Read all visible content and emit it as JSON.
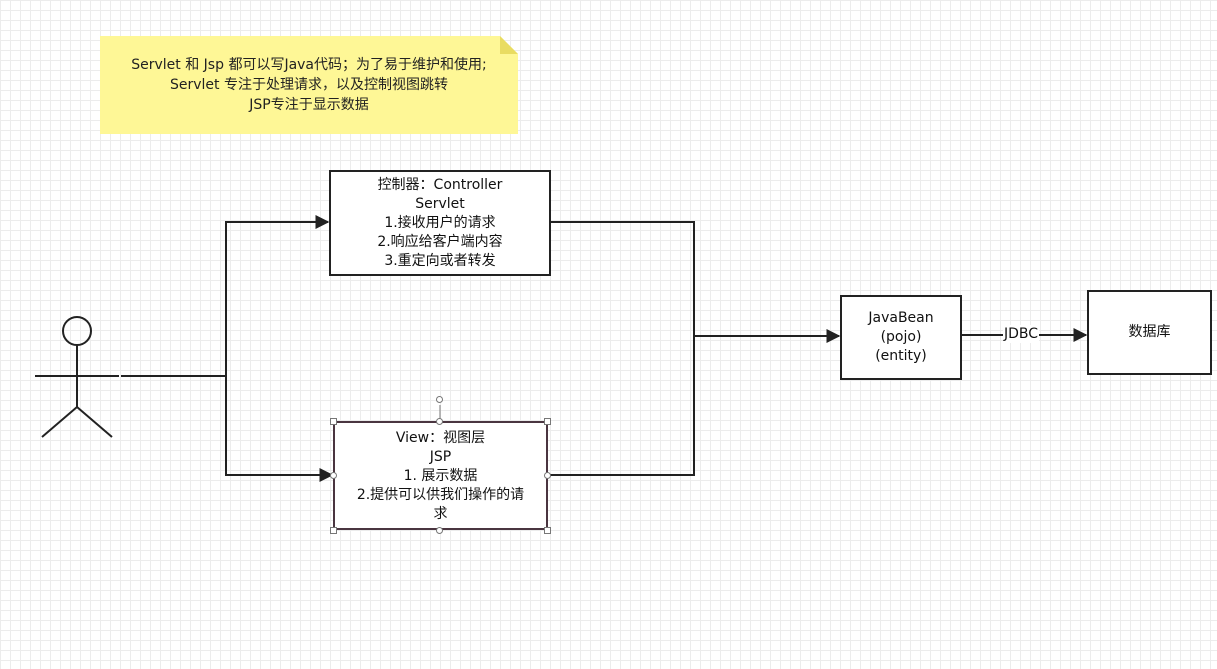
{
  "note": {
    "lines": [
      "Servlet 和 Jsp  都可以写Java代码；为了易于维护和使用;",
      "Servlet 专注于处理请求，以及控制视图跳转",
      "JSP专注于显示数据"
    ]
  },
  "controller": {
    "lines": [
      "控制器：Controller",
      "Servlet",
      "1.接收用户的请求",
      "2.响应给客户端内容",
      "3.重定向或者转发"
    ]
  },
  "view": {
    "lines": [
      "View：视图层",
      "JSP",
      "1. 展示数据",
      "2.提供可以供我们操作的请",
      "求"
    ]
  },
  "javabean": {
    "lines": [
      "JavaBean",
      "(pojo)",
      "(entity)"
    ]
  },
  "database": {
    "label": "数据库"
  },
  "edge": {
    "jdbc_label": "JDBC"
  },
  "colors": {
    "note_fill": "#fef796",
    "line": "#222222",
    "grid": "#dcdcdc"
  }
}
